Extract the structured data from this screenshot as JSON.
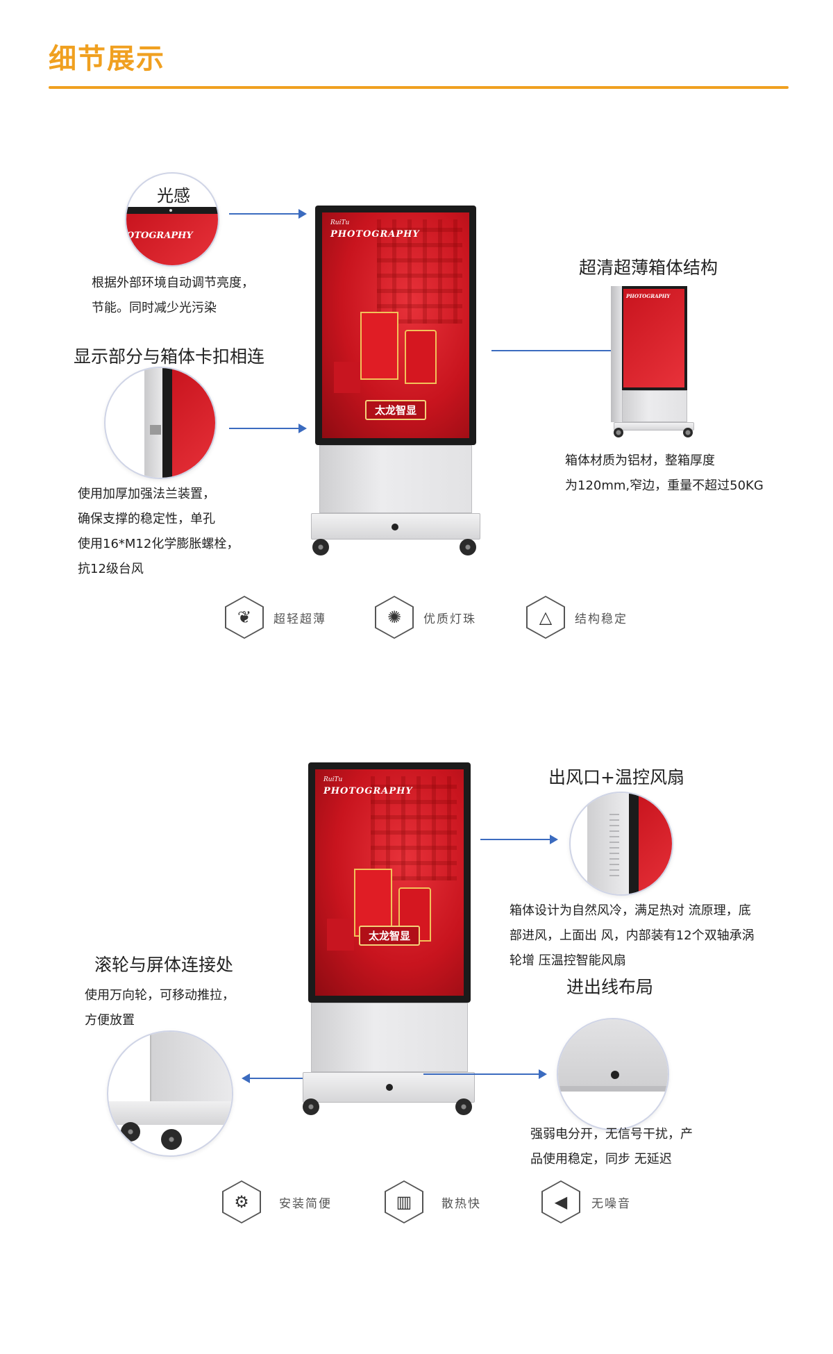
{
  "header": {
    "title": "细节展示"
  },
  "section1": {
    "light_sense": {
      "title": "光感",
      "lens_text": "OTOGRAPHY",
      "desc": [
        "根据外部环境自动调节亮度，",
        "节能。同时减少光污染"
      ]
    },
    "clip_connect": {
      "title": "显示部分与箱体卡扣相连",
      "desc": [
        "使用加厚加强法兰装置，",
        "确保支撑的稳定性，单孔",
        "使用16*M12化学膨胀螺栓，",
        "抗12级台风"
      ]
    },
    "structure": {
      "title": "超清超薄箱体结构",
      "desc": [
        "箱体材质为铝材，整箱厚度",
        "为120mm,窄边，重量不超过50KG"
      ]
    },
    "kiosk": {
      "brand_small": "RuiTu",
      "brand_big": "PHOTOGRAPHY",
      "badge": "太龙智显",
      "thumb_brand": "PHOTOGRAPHY"
    },
    "features": [
      {
        "icon": "feather-icon",
        "glyph": "❦",
        "label": "超轻超薄"
      },
      {
        "icon": "bulb-icon",
        "glyph": "✺",
        "label": "优质灯珠"
      },
      {
        "icon": "triangle-icon",
        "glyph": "△",
        "label": "结构稳定"
      }
    ]
  },
  "section2": {
    "vent": {
      "title": "出风口+温控风扇",
      "desc": [
        "箱体设计为自然风冷，满足热对 流原理，底",
        "部进风，上面出 风，内部装有12个双轴承涡",
        "轮增 压温控智能风扇"
      ]
    },
    "wheel_connect": {
      "title": "滚轮与屏体连接处",
      "desc": [
        "使用万向轮，可移动推拉，",
        "方便放置"
      ]
    },
    "wiring": {
      "title": "进出线布局",
      "desc": [
        "强弱电分开，无信号干扰，产",
        "品使用稳定，同步 无延迟"
      ]
    },
    "kiosk": {
      "brand_small": "RuiTu",
      "brand_big": "PHOTOGRAPHY",
      "badge": "太龙智显"
    },
    "features": [
      {
        "icon": "gears-hand-icon",
        "glyph": "⚙",
        "label": "安装简便"
      },
      {
        "icon": "radiator-icon",
        "glyph": "▥",
        "label": "散热快"
      },
      {
        "icon": "mute-speaker-icon",
        "glyph": "◀",
        "label": "无噪音"
      }
    ]
  },
  "colors": {
    "accent": "#f0a020",
    "arrow": "#3b6bbf",
    "screen_red": "#c8141e"
  }
}
